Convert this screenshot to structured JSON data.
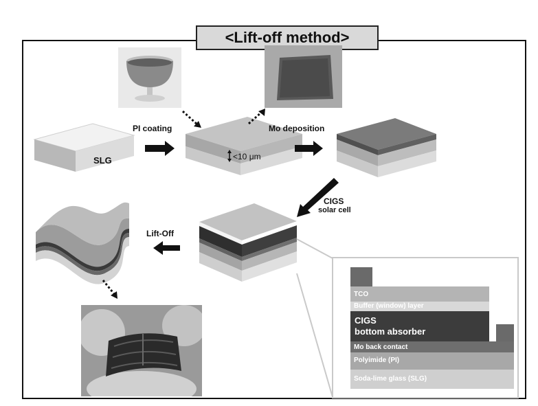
{
  "title": "<Lift-off method>",
  "steps": {
    "pi_coating": "PI coating",
    "mo_deposition": "Mo deposition",
    "cigs_line1": "CIGS",
    "cigs_line2": "solar cell",
    "lift_off": "Lift-Off"
  },
  "substrate_label": "SLG",
  "thickness_label": "<10 μm",
  "layer_stack": {
    "tco": "TCO",
    "buffer": "Buffer (window) layer",
    "absorber_line1": "CIGS",
    "absorber_line2": "bottom absorber",
    "mo": "Mo back contact",
    "pi": "Polyimide (PI)",
    "slg": "Soda-lime glass (SLG)"
  }
}
